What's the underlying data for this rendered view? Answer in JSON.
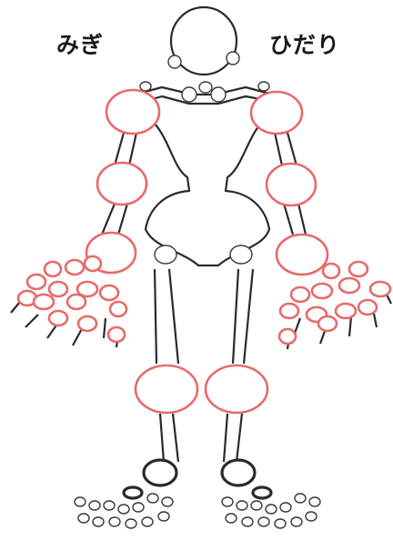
{
  "labels": {
    "right_side": "みぎ",
    "left_side": "ひだり"
  },
  "colors": {
    "marked_joint": "#e86a6a",
    "unmarked_joint": "#3a3a3a",
    "bone_outline": "#2a2a2a",
    "background": "#ffffff"
  },
  "joints": {
    "marked": [
      "right-shoulder",
      "left-shoulder",
      "right-elbow",
      "left-elbow",
      "right-wrist",
      "left-wrist",
      "right-knee",
      "left-knee",
      "right-hand-finger-joints",
      "left-hand-finger-joints"
    ],
    "unmarked": [
      "jaw-joints",
      "neck-joints",
      "sternoclavicular-joints",
      "hip-joints",
      "ankle-joints",
      "toe-joints"
    ]
  }
}
